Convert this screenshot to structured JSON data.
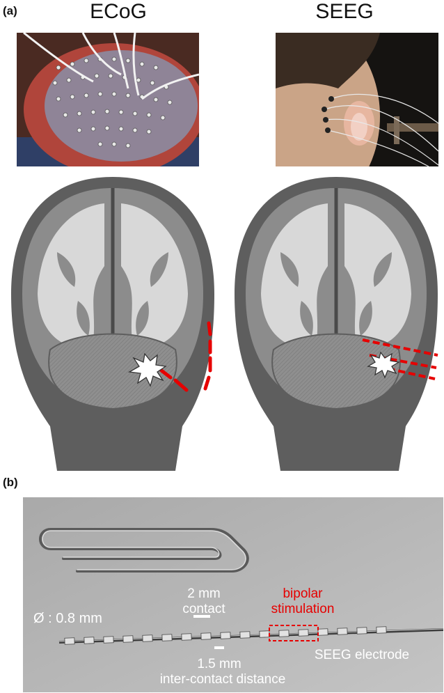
{
  "panel_a": {
    "label": "(a)",
    "left_title": "ECoG",
    "right_title": "SEEG"
  },
  "panel_b": {
    "label": "(b)",
    "diameter_label": "Ø : 0.8 mm",
    "contact_size": "2 mm",
    "contact_word": "contact",
    "stim_line1": "bipolar",
    "stim_line2": "stimulation",
    "spacing_size": "1.5 mm",
    "spacing_word": "inter-contact distance",
    "electrode_label": "SEEG electrode"
  },
  "colors": {
    "electrode_red": "#e60000",
    "brain_dark": "#555555",
    "brain_mid": "#8c8c8c",
    "white_matter": "#e6e6e6"
  }
}
